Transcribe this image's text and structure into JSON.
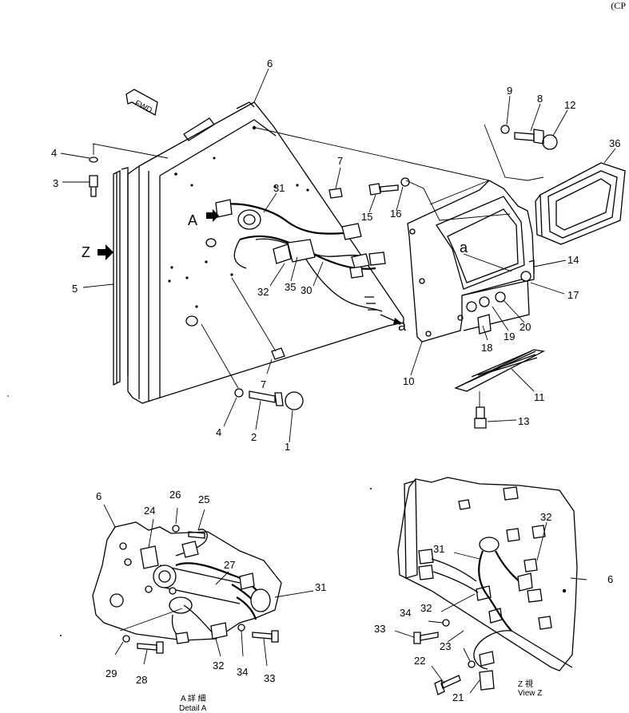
{
  "corner_text": "(CP",
  "fwd_label": "FWD",
  "view_letters": {
    "a_main": "A",
    "z_main": "Z",
    "a_right_panel": "a",
    "a_harness_end": "a"
  },
  "main_callouts": [
    "6",
    "9",
    "8",
    "12",
    "36",
    "4",
    "3",
    "7",
    "31",
    "15",
    "16",
    "14",
    "17",
    "5",
    "32",
    "35",
    "30",
    "18",
    "19",
    "20",
    "10",
    "11",
    "13",
    "2",
    "1"
  ],
  "detail_a_callouts": [
    "6",
    "26",
    "25",
    "24",
    "27",
    "31",
    "29",
    "28",
    "32",
    "34",
    "33"
  ],
  "view_z_callouts": [
    "32",
    "31",
    "6",
    "34",
    "32",
    "33",
    "23",
    "22",
    "21"
  ],
  "captions": {
    "detail_a_jp": "A 詳 細",
    "detail_a_en": "Detail A",
    "view_z_jp": "Z 視",
    "view_z_en": "View Z"
  }
}
